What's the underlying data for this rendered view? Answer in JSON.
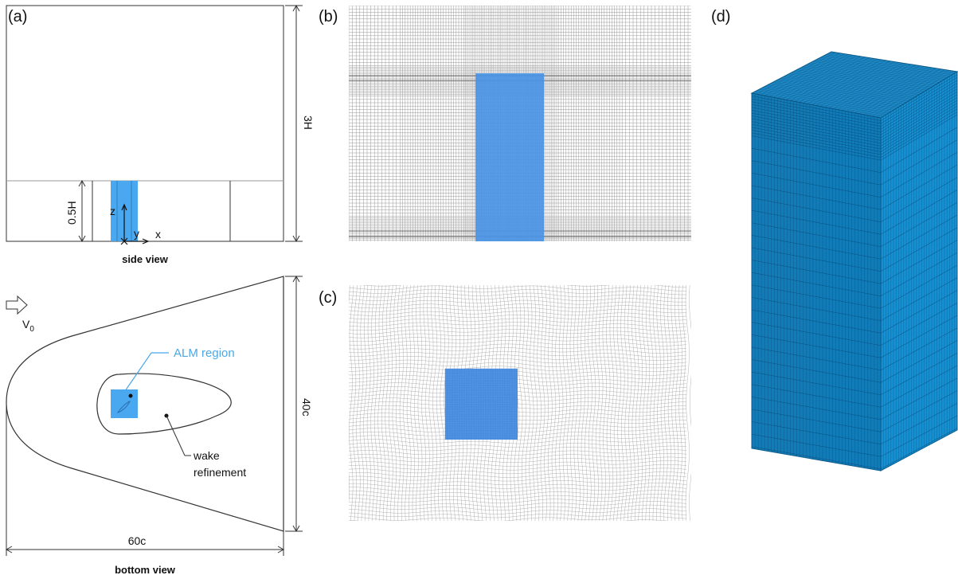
{
  "panels": {
    "a": {
      "label": "(a)",
      "side_view": {
        "caption": "side view",
        "height_label": "3H",
        "refine_height_label": "0.5H",
        "axis_z": "z",
        "axis_y": "y",
        "axis_x": "x"
      },
      "bottom_view": {
        "caption": "bottom view",
        "inflow_label": "V",
        "inflow_subscript": "0",
        "alm_region_label": "ALM region",
        "wake_label_line1": "wake",
        "wake_label_line2": "refinement",
        "width_label": "40c",
        "length_label": "60c"
      }
    },
    "b": {
      "label": "(b)"
    },
    "c": {
      "label": "(c)"
    },
    "d": {
      "label": "(d)"
    }
  },
  "colors": {
    "alm_blue": "#4aa8f0",
    "mesh_blue_face": "#2f8fd0",
    "mesh_blue_top": "#1c89c6",
    "mesh_blue_side": "#0f6fa8",
    "mesh_line": "#555555"
  }
}
